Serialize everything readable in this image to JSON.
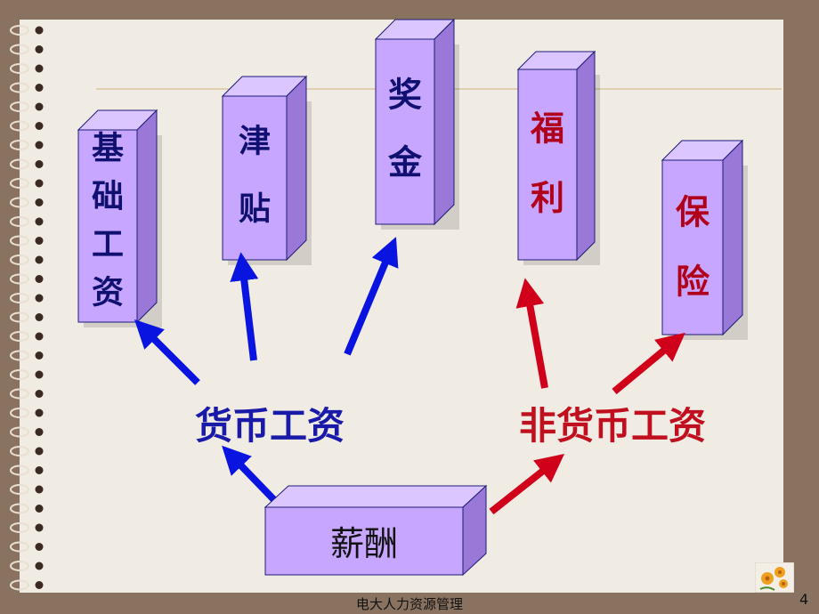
{
  "boxes": [
    {
      "id": "basic-salary",
      "label": "基础工资",
      "color": "#101070"
    },
    {
      "id": "allowance",
      "label": "津贴",
      "color": "#101070"
    },
    {
      "id": "bonus",
      "label": "奖金",
      "color": "#101070"
    },
    {
      "id": "welfare",
      "label": "福利",
      "color": "#b0001a"
    },
    {
      "id": "insurance",
      "label": "保险",
      "color": "#b0001a"
    }
  ],
  "monetary": {
    "label": "货币工资",
    "color": "#1a1aa8"
  },
  "non_monetary": {
    "label": "非货币工资",
    "color": "#c01020"
  },
  "root": {
    "label": "薪酬"
  },
  "colors": {
    "box_face": "#c7a6ff",
    "box_side": "#9a78d8",
    "box_top": "#dcc6ff",
    "box_edge": "#1c1c78",
    "arrow_blue": "#0a14e0",
    "arrow_red": "#d0001a"
  },
  "footer": {
    "text": "电大人力资源管理",
    "page": "4"
  }
}
